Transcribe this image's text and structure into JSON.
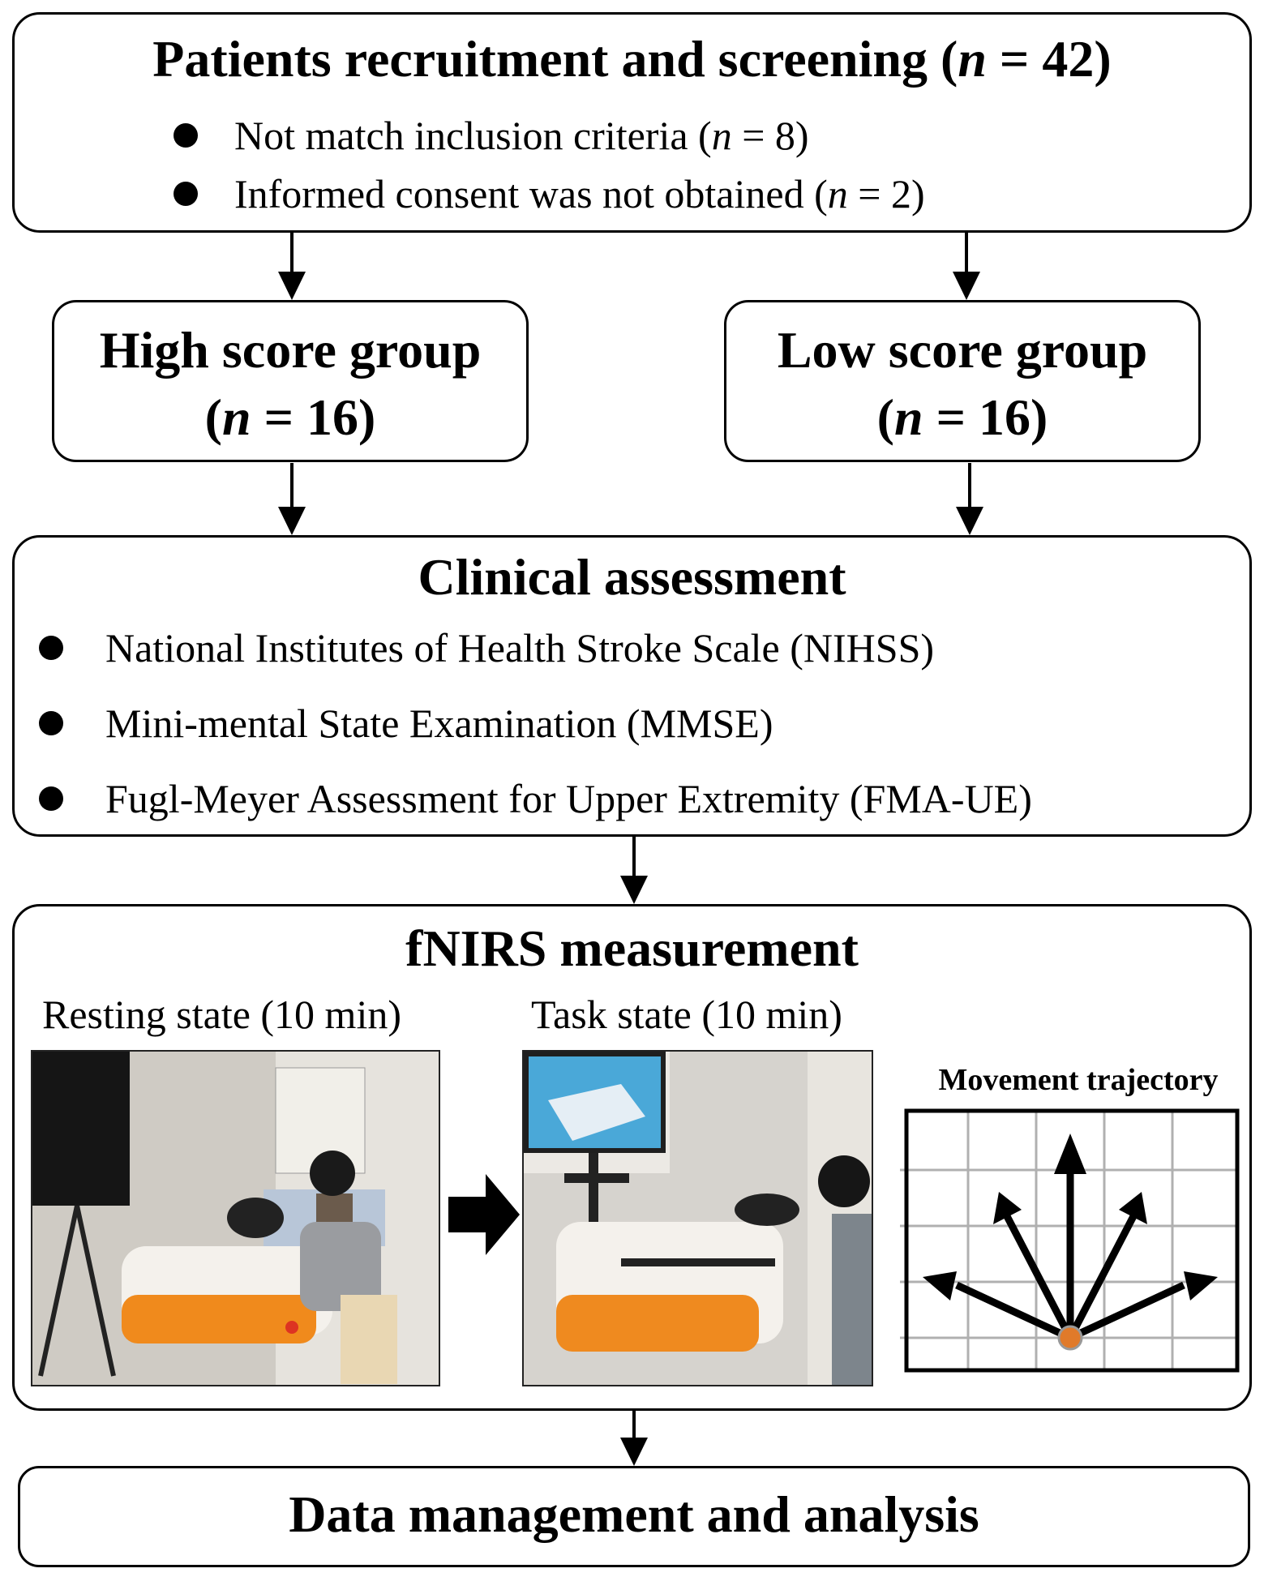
{
  "recruitment": {
    "title": "Patients recruitment and screening (",
    "n_symbol": "n",
    "title_value": " = 42)",
    "exclusions": [
      {
        "text": "Not match inclusion criteria (",
        "n_symbol": "n",
        "value": " = 8)"
      },
      {
        "text": "Informed consent was not obtained (",
        "n_symbol": "n",
        "value": " = 2)"
      }
    ]
  },
  "groups": {
    "high": {
      "title": "High score group",
      "open": "(",
      "n_symbol": "n",
      "value": " = 16)"
    },
    "low": {
      "title": "Low score group",
      "open": "(",
      "n_symbol": "n",
      "value": " = 16)"
    }
  },
  "clinical": {
    "title": "Clinical assessment",
    "items": [
      "National Institutes of Health Stroke Scale (NIHSS)",
      "Mini-mental State Examination (MMSE)",
      "Fugl-Meyer Assessment for Upper Extremity (FMA-UE)"
    ]
  },
  "fnirs": {
    "title": "fNIRS measurement",
    "resting_label": "Resting state (10 min)",
    "task_label": "Task state (10 min)",
    "trajectory_title": "Movement trajectory"
  },
  "analysis": {
    "title": "Data management and analysis"
  },
  "colors": {
    "line": "#000000",
    "origin_dot": "#e07a2a",
    "grid": "#b0b0b0"
  }
}
